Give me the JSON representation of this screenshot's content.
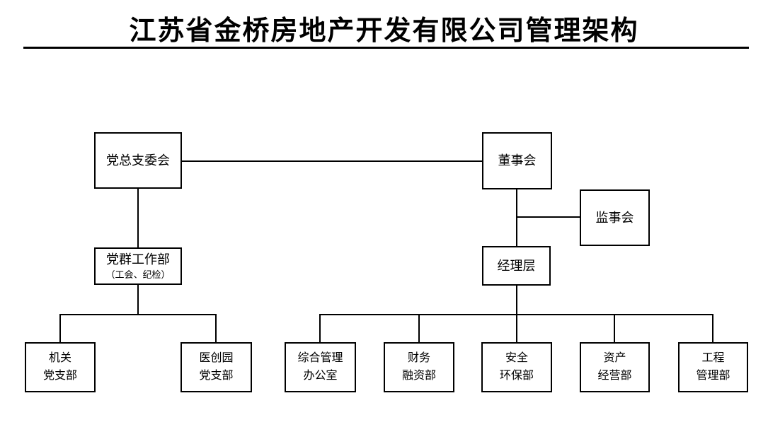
{
  "title": "江苏省金桥房地产开发有限公司管理架构",
  "nodes": {
    "party_committee": {
      "label": "党总支委会"
    },
    "board": {
      "label": "董事会"
    },
    "supervisory_board": {
      "label": "监事会"
    },
    "party_work_dept": {
      "line1": "党群工作部",
      "line2": "（工会、纪检）"
    },
    "management_layer": {
      "label": "经理层"
    },
    "agency_party_branch": {
      "line1": "机关",
      "line2": "党支部"
    },
    "yichuangyuan_party_branch": {
      "line1": "医创园",
      "line2": "党支部"
    },
    "general_management_office": {
      "line1": "综合管理",
      "line2": "办公室"
    },
    "finance_financing_dept": {
      "line1": "财务",
      "line2": "融资部"
    },
    "safety_environment_dept": {
      "line1": "安全",
      "line2": "环保部"
    },
    "asset_operation_dept": {
      "line1": "资产",
      "line2": "经营部"
    },
    "engineering_management_dept": {
      "line1": "工程",
      "line2": "管理部"
    }
  },
  "edges": [
    {
      "from": "party_committee",
      "to": "board"
    },
    {
      "from": "party_committee",
      "to": "party_work_dept"
    },
    {
      "from": "board",
      "to": "supervisory_board"
    },
    {
      "from": "board",
      "to": "management_layer"
    },
    {
      "from": "party_work_dept",
      "to": "agency_party_branch"
    },
    {
      "from": "party_work_dept",
      "to": "yichuangyuan_party_branch"
    },
    {
      "from": "management_layer",
      "to": "general_management_office"
    },
    {
      "from": "management_layer",
      "to": "finance_financing_dept"
    },
    {
      "from": "management_layer",
      "to": "safety_environment_dept"
    },
    {
      "from": "management_layer",
      "to": "asset_operation_dept"
    },
    {
      "from": "management_layer",
      "to": "engineering_management_dept"
    }
  ],
  "colors": {
    "line": "#000000",
    "background": "#ffffff",
    "text": "#000000"
  }
}
